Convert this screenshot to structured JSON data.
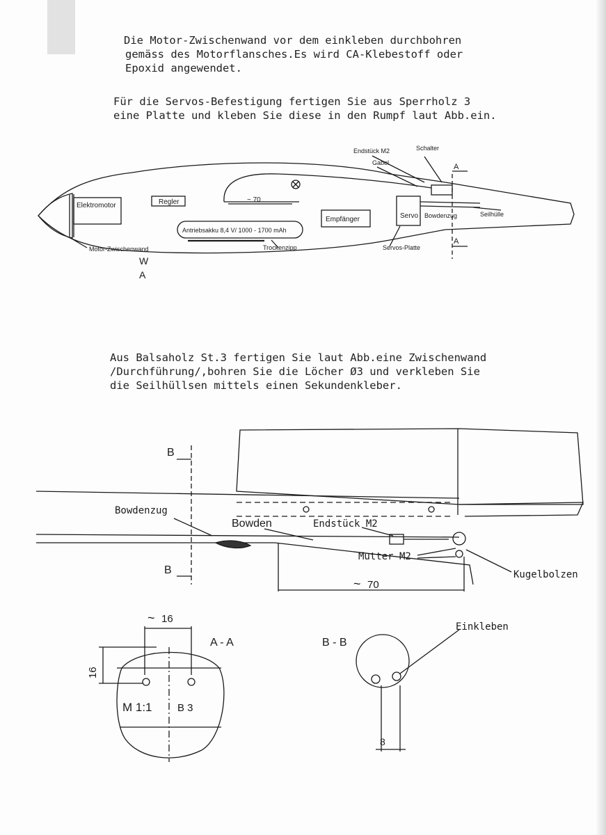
{
  "paragraphs": {
    "p1": [
      "Die Motor-Zwischenwand vor dem einkleben durchbohren",
      "gemäss des Motorflansches.Es wird CA-Klebestoff oder",
      "Epoxid angewendet."
    ],
    "p2": [
      "Für die Servos-Befestigung fertigen Sie aus Sperrholz 3",
      "eine Platte und kleben Sie diese in den Rumpf laut Abb.ein."
    ],
    "p3": [
      "Aus Balsaholz St.3 fertigen Sie laut Abb.eine Zwischenwand",
      "/Durchführung/,bohren Sie die Löcher Ø3 und verkleben Sie",
      "die Seilhüllsen mittels einen Sekundenkleber."
    ]
  },
  "fuselage": {
    "elektromotor": "Elektromotor",
    "regler": "Regler",
    "akku": "Antriebsakku 8,4 V/ 1000 - 1700 mAh",
    "empfaenger": "Empfänger",
    "servo": "Servo",
    "bowdenzug": "Bowdenzug",
    "seilhuelle": "Seilhülle",
    "endstueck": "Endstück M2",
    "schalter": "Schalter",
    "gabel": "Gabel",
    "dim70": "~ 70",
    "section_a_top": "A",
    "section_a_bottom": "A",
    "motor_zwischenwand": "Motor-Zwischenwand",
    "trockenzipp": "Trockenzipp",
    "servos_platte": "Servos-Platte",
    "handwritten": "W",
    "handwritten2": "A"
  },
  "tail": {
    "section_b_top": "B",
    "section_b_bottom": "B",
    "bowdenzug": "Bowdenzug",
    "bowden": "Bowden",
    "endstueck": "Endstück M2",
    "mutter": "Mutter M2",
    "kugelbolzen": "Kugelbolzen",
    "dim70": "70"
  },
  "section_aa": {
    "title": "A - A",
    "dim_h": "16",
    "dim_v": "16",
    "scale": "M 1:1",
    "material": "B   3"
  },
  "section_bb": {
    "title": "B - B",
    "einkleben": "Einkleben",
    "dim": "8"
  }
}
